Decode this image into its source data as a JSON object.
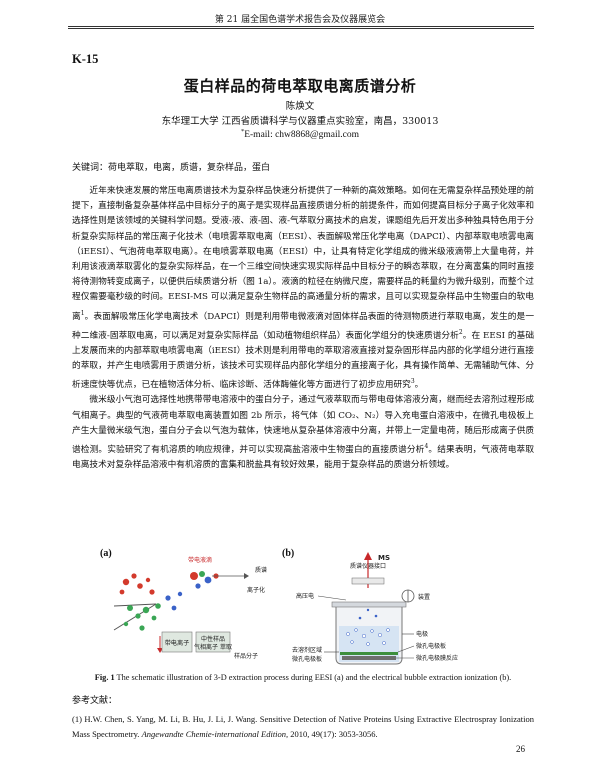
{
  "running_head": "第 21 届全国色谱学术报告会及仪器展览会",
  "abstract_id": "K-15",
  "title": "蛋白样品的荷电萃取电离质谱分析",
  "author": "陈焕文",
  "affiliation": "东华理工大学  江西省质谱科学与仪器重点实验室，南昌，330013",
  "email": {
    "mark": "*",
    "text": "E-mail: chw8868@gmail.com"
  },
  "keywords": "关键词：荷电萃取，电离，质谱，复杂样品，蛋白",
  "paragraphs": [
    {
      "a": "近年来快速发展的常压电离质谱技术为复杂样品快速分析提供了一种新的高效策略。如何在无需复杂样品预处理的前提下，直接制备复杂基体样品中目标分子的离子是实现样品直接质谱分析的前提条件，而如何提高目标分子离子化效率和选择性则是该领域的关键科学问题。受液-液、液-固、液-气萃取分离技术的启发，课题组先后开发出多种独具特色用于分析复杂实际样品的常压离子化技术（电喷雾萃取电离（EESI）、表面解吸常压化学电离（DAPCI）、内部萃取电喷雾电离（iEESI）、气泡荷电萃取电离）。在电喷雾萃取电离（EESI）中，让具有特定化学组成的微米级液滴带上大量电荷，并利用该液滴萃取雾化的复杂实际样品，在一个三维空间快速实现实际样品中目标分子的瞬态萃取，在分离富集的同时直接将待测物转变成离子，以便供后续质谱分析（图 1a）。液滴的粒径在纳微尺度，需要样品的耗量约为微升级别，而整个过程仅需要毫秒级的时间。EESI-MS 可以满足复杂生物样品的高通量分析的需求，且可以实现复杂样品中生物蛋白的软电离",
      "s1": "1",
      "b": "。表面解吸常压化学电离技术（DAPCI）则是利用带电微液滴对固体样品表面的待测物质进行萃取电离，发生的是一种二维液-固萃取电离，可以满足对复杂实际样品（如动植物组织样品）表面化学组分的快速质谱分析",
      "s2": "2",
      "c": "。在 EESI 的基础上发展而来的内部萃取电喷雾电离（iEESI）技术则是利用带电的萃取溶液直接对复杂固形样品内部的化学组分进行直接的萃取，并产生电喷雾用于质谱分析，该技术可实现样品内部化学组分的直接离子化，具有操作简单、无需辅助气体、分析速度快等优点，已在植物活体分析、临床诊断、活体酶催化等方面进行了初步应用研究",
      "s3": "3",
      "d": "。"
    },
    {
      "a": "微米级小气泡可选择性地携带带电溶液中的蛋白分子，通过气液萃取而与带电母体溶液分离，继而经去溶剂过程形成气相离子。典型的气液荷电萃取电离装置如图 2b 所示，将气体（如 CO₂、N₂）导入充电蛋白溶液中，在微孔电极板上产生大量微米级气泡，蛋白分子会以气泡为载体，快速地从复杂基体溶液中分离，并带上一定量电荷，随后形成离子供质谱检测。实验研究了有机溶质的响应规律，并可以实现高盐溶液中生物蛋白的直接质谱分析",
      "s1": "4",
      "b": "。结果表明，气液荷电萃取电离技术对复杂样品溶液中有机溶质的富集和脱盐具有较好效果，能用于复杂样品的质谱分析领域。"
    }
  ],
  "figure": {
    "label_a": "(a)",
    "label_b": "(b)",
    "panel_a": {
      "text_1": "带电液滴",
      "text_2": "带电离子",
      "text_3": "中性样品",
      "text_4": "气相离子 萃取",
      "text_5": "样品分子",
      "text_6": "离子化",
      "text_7": "质谱"
    },
    "panel_b": {
      "text_ms": "MS",
      "text_1": "质谱仪器接口",
      "text_2": "高压电",
      "text_3": "装置",
      "text_4": "去溶剂区域",
      "text_5": "微孔电极板",
      "text_6": "电极",
      "text_7": "微孔电极板",
      "text_8": "微孔电极膜反应"
    }
  },
  "caption": {
    "label": "Fig. 1",
    "text": " The schematic illustration of 3-D extraction process during EESI (a) and the electrical bubble extraction ionization (b)."
  },
  "references_title": "参考文献：",
  "references": [
    {
      "pre": "(1) H.W. Chen, S. Yang, M. Li, B. Hu, J. Li, J. Wang. Sensitive Detection of Native Proteins Using Extractive Electrospray Ionization Mass Spectrometry. ",
      "journal": "Angewandte Chemie-international Edition,",
      "post": " 2010, 49(17): 3053-3056."
    }
  ],
  "page_number": "26",
  "colors": {
    "bubble_blue": "#3a62c8",
    "droplet_red": "#d33a2c",
    "droplet_green": "#3aa655",
    "electrode_green": "#3d8f3d",
    "arrow_red": "#c8282a"
  }
}
